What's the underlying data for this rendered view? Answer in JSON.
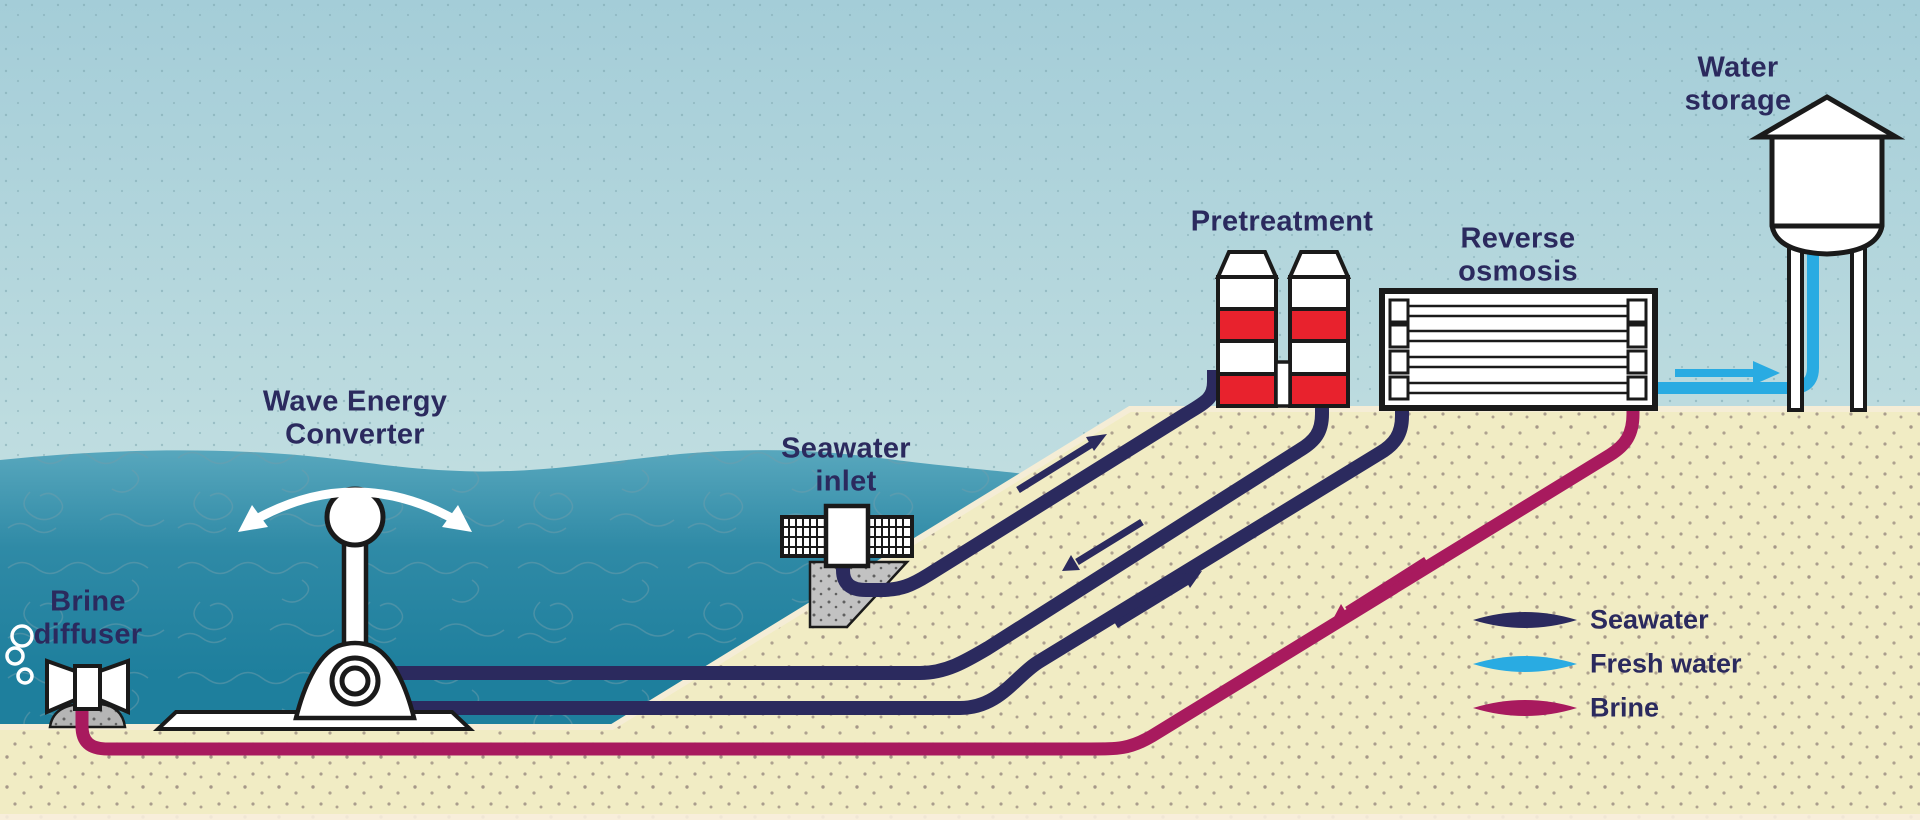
{
  "labels": {
    "wave_energy_converter": "Wave Energy\nConverter",
    "seawater_inlet": "Seawater\ninlet",
    "brine_diffuser": "Brine\ndiffuser",
    "pretreatment": "Pretreatment",
    "reverse_osmosis": "Reverse\nosmosis",
    "water_storage": "Water\nstorage"
  },
  "legend": {
    "items": [
      {
        "label": "Seawater",
        "color": "#2b2a5e"
      },
      {
        "label": "Fresh water",
        "color": "#29abe2"
      },
      {
        "label": "Brine",
        "color": "#a81a5e"
      }
    ]
  },
  "colors": {
    "seawater_pipe": "#2b2a5e",
    "fresh_water_pipe": "#29abe2",
    "brine_pipe": "#a81a5e",
    "sky_top": "#a4cdd8",
    "sky_bottom": "#d9ece8",
    "sea_top": "#58a7bd",
    "sea_bottom": "#1e7f9d",
    "sand": "#f1ecc4",
    "tank_red": "#e8222d",
    "concrete": "#bfbfbf",
    "label_text": "#2b2a5e"
  }
}
